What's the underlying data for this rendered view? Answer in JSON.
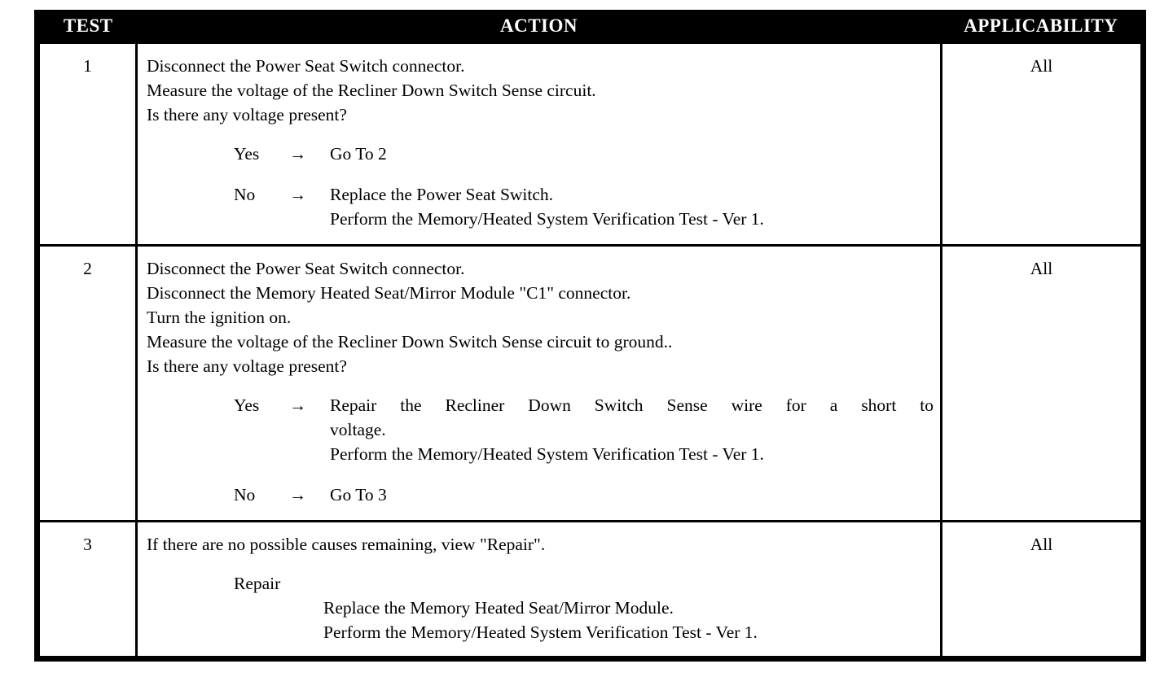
{
  "table": {
    "columns": [
      {
        "key": "test",
        "label": "TEST"
      },
      {
        "key": "action",
        "label": "ACTION"
      },
      {
        "key": "applicability",
        "label": "APPLICABILITY"
      }
    ],
    "rows": [
      {
        "test": "1",
        "applicability": "All",
        "steps": [
          "Disconnect the Power Seat Switch connector.",
          "Measure the voltage of the Recliner Down Switch Sense circuit.",
          "Is there any voltage present?"
        ],
        "branches": [
          {
            "label": "Yes",
            "arrow": "→",
            "lines": [
              "Go To   2"
            ]
          },
          {
            "label": "No",
            "arrow": "→",
            "lines": [
              "Replace the Power Seat Switch.",
              "Perform the Memory/Heated System Verification Test - Ver 1."
            ]
          }
        ]
      },
      {
        "test": "2",
        "applicability": "All",
        "steps": [
          "Disconnect the Power Seat Switch connector.",
          "Disconnect the Memory Heated Seat/Mirror Module \"C1\" connector.",
          "Turn the ignition on.",
          "Measure the voltage of the Recliner Down Switch Sense circuit to ground..",
          "Is there any voltage present?"
        ],
        "branches": [
          {
            "label": "Yes",
            "arrow": "→",
            "lines": [
              "Repair the Recliner Down Switch Sense wire for a short to",
              "voltage.",
              "Perform the Memory/Heated System Verification Test - Ver 1."
            ]
          },
          {
            "label": "No",
            "arrow": "→",
            "lines": [
              "Go To   3"
            ]
          }
        ]
      },
      {
        "test": "3",
        "applicability": "All",
        "steps": [
          "If there are no possible causes remaining, view \"Repair\"."
        ],
        "repair": {
          "title": "Repair",
          "lines": [
            "Replace the Memory Heated Seat/Mirror Module.",
            "Perform the Memory/Heated System Verification Test - Ver 1."
          ]
        }
      }
    ]
  },
  "colors": {
    "header_background": "#000000",
    "header_text": "#ffffff",
    "border": "#000000",
    "body_background": "#ffffff",
    "body_text": "#000000"
  }
}
